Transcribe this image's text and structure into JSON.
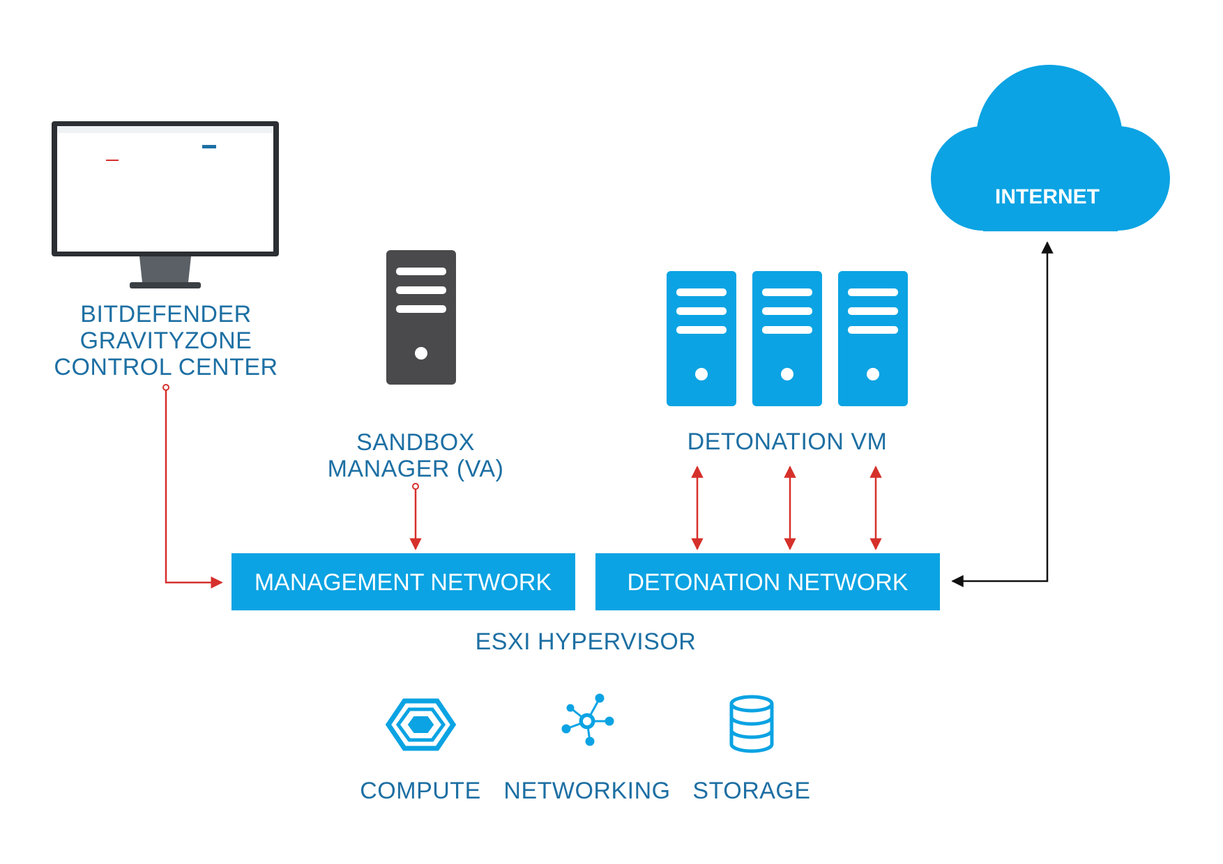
{
  "labels": {
    "control_center": [
      "BITDEFENDER",
      "GRAVITYZONE",
      "CONTROL CENTER"
    ],
    "sandbox_manager": [
      "SANDBOX",
      "MANAGER (VA)"
    ],
    "detonation_vm": "DETONATION VM",
    "internet": "INTERNET",
    "management_network": "MANAGEMENT NETWORK",
    "detonation_network": "DETONATION NETWORK",
    "hypervisor": "ESXI HYPERVISOR",
    "compute": "COMPUTE",
    "networking": "NETWORKING",
    "storage": "STORAGE"
  },
  "icons": [
    "monitor-icon",
    "server-icon",
    "detonation-server-icon",
    "cloud-icon",
    "compute-icon",
    "networking-icon",
    "storage-icon"
  ],
  "colors": {
    "accent_blue": "#0ba3e3",
    "label_blue": "#1d6fa3",
    "server_gray": "#4a4a4c",
    "arrow_red": "#d6302b",
    "arrow_black": "#111111"
  }
}
